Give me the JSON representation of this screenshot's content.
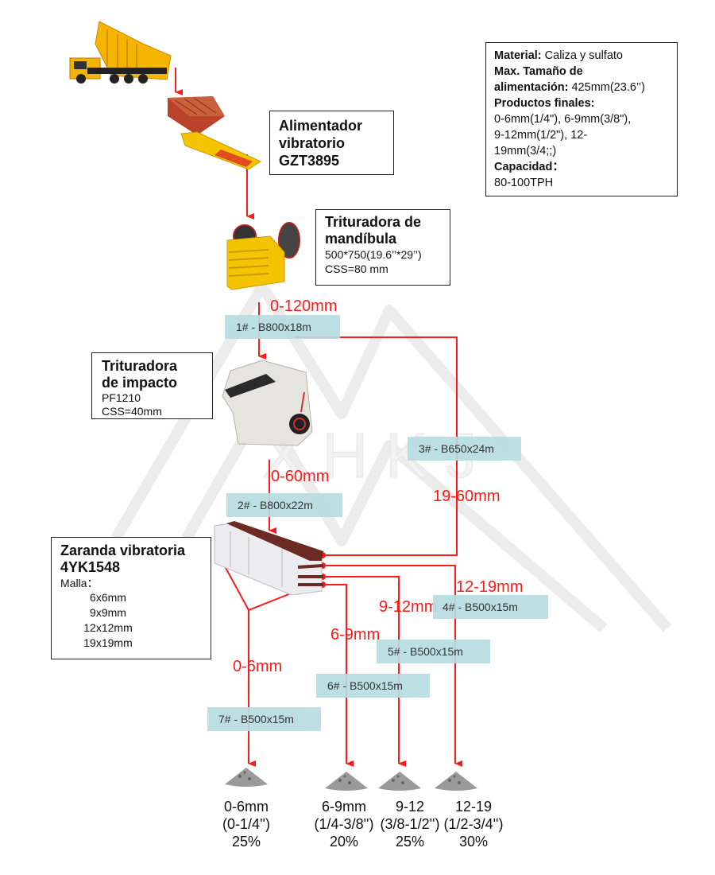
{
  "spec_box": {
    "material_label": "Material:",
    "material_value": " Caliza y sulfato",
    "max_size_label_1": "Max. Tamaño de",
    "max_size_label_2": "alimentación:",
    "max_size_value": " 425mm(23.6’’)",
    "products_label": "Productos finales:",
    "products_line_1": "0-6mm(1/4\"), 6-9mm(3/8\"),",
    "products_line_2": "9-12mm(1/2\"), 12-",
    "products_line_3": "19mm(3/4;;)",
    "capacity_label": "Capacidad：",
    "capacity_value": "80-100TPH"
  },
  "watermark": "XHKJ",
  "equipment": {
    "feeder": {
      "line1": "Alimentador",
      "line2": "vibratorio",
      "line3": "GZT3895"
    },
    "jaw": {
      "line1": "Trituradora de",
      "line2": "mandíbula",
      "spec": "500*750(19.6’’*29’’)",
      "css": "CSS=80 mm"
    },
    "impact": {
      "line1": "Trituradora",
      "line2": "de impacto",
      "model": "PF1210",
      "css": "CSS=40mm"
    },
    "screen": {
      "line1": "Zaranda vibratoria",
      "line2": "4YK1548",
      "mesh_label": "Malla：",
      "meshes": [
        "6x6mm",
        "9x9mm",
        "12x12mm",
        "19x19mm"
      ]
    }
  },
  "belts": [
    "1# - B800x18m",
    "2# - B800x22m",
    "3# - B650x24m",
    "4# - B500x15m",
    "5# - B500x15m",
    "6# - B500x15m",
    "7# - B500x15m"
  ],
  "sizes": {
    "jaw_out": "0-120mm",
    "impact_out": "0-60mm",
    "recirc": "19-60mm",
    "s12_19": "12-19mm",
    "s9_12": "9-12mm",
    "s6_9": "6-9mm",
    "s0_6": "0-6mm"
  },
  "products": [
    {
      "size": "0-6mm",
      "inch": "(0-1/4'')",
      "pct": "25%"
    },
    {
      "size": "6-9mm",
      "inch": "(1/4-3/8'')",
      "pct": "20%"
    },
    {
      "size": "9-12",
      "inch": "(3/8-1/2'')",
      "pct": "25%"
    },
    {
      "size": "12-19",
      "inch": "(1/2-3/4'')",
      "pct": "30%"
    }
  ],
  "colors": {
    "flow": "#ff1a1a",
    "belt": "#b7dde2"
  }
}
